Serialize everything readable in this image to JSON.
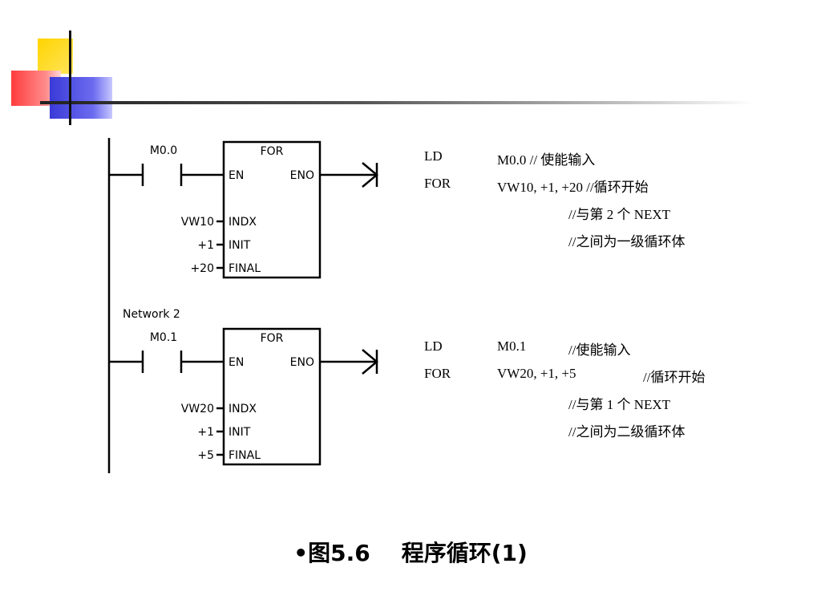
{
  "network2_label": "Network 2",
  "rung1": {
    "contact": "M0.0",
    "box_title": "FOR",
    "en": "EN",
    "eno": "ENO",
    "pins": [
      "INDX",
      "INIT",
      "FINAL"
    ],
    "inputs": [
      "VW10",
      "+1",
      "+20"
    ]
  },
  "rung2": {
    "contact": "M0.1",
    "box_title": "FOR",
    "en": "EN",
    "eno": "ENO",
    "pins": [
      "INDX",
      "INIT",
      "FINAL"
    ],
    "inputs": [
      "VW20",
      "+1",
      "+5"
    ]
  },
  "il1": {
    "op1": "LD",
    "arg1": "M0.0 //  使能输入",
    "op2": "FOR",
    "arg2": "VW10, +1, +20    //循环开始",
    "c1": "//与第 2 个 NEXT",
    "c2": "//之间为一级循环体"
  },
  "il2": {
    "op1": "LD",
    "arg1": "M0.1",
    "cm1": "//使能输入",
    "op2": "FOR",
    "arg2": "VW20, +1, +5",
    "cm2": "//循环开始",
    "c1": "//与第 1 个 NEXT",
    "c2": "//之间为二级循环体"
  },
  "caption": {
    "bullet": "•",
    "label": "图5.6",
    "title": "程序循环(1)"
  }
}
